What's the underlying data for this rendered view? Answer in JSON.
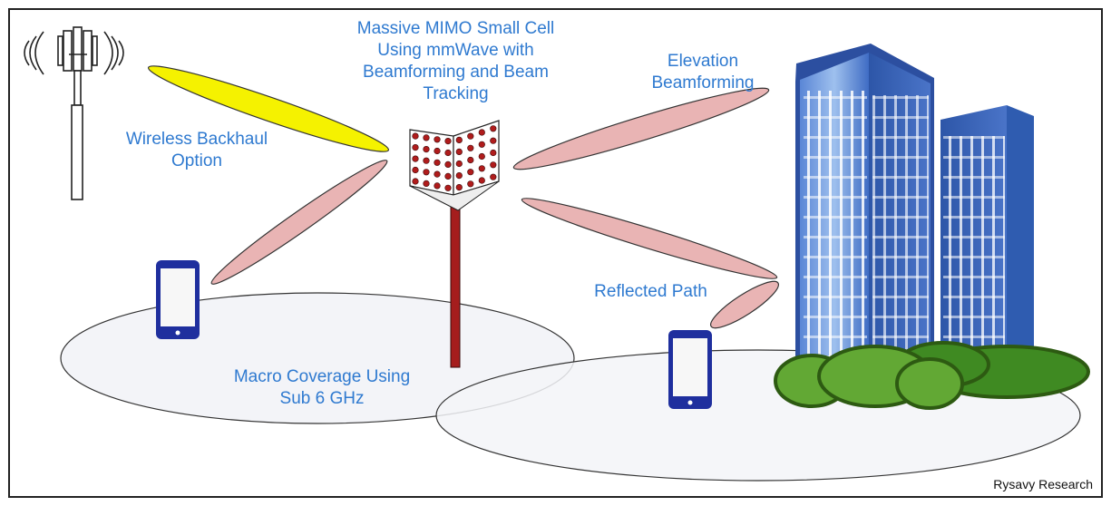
{
  "labels": {
    "small_cell": [
      "Massive MIMO Small Cell",
      "Using mmWave with",
      "Beamforming and Beam",
      "Tracking"
    ],
    "elevation": [
      "Elevation",
      "Beamforming"
    ],
    "backhaul": [
      "Wireless Backhaul",
      "Option"
    ],
    "reflected": "Reflected Path",
    "macro": [
      "Macro Coverage Using",
      "Sub 6 GHz"
    ]
  },
  "credit": "Rysavy Research",
  "colors": {
    "label_text": "#2f7ad0",
    "beam_fill": "#e9b4b4",
    "backhaul_beam": "#f5f200",
    "pole": "#a51d1d",
    "building_blue": "#3b6fc7",
    "phone_blue": "#1f2f9e",
    "tree_green": "#5aa02e"
  },
  "icons": [
    "cell-tower-icon",
    "smartphone-icon",
    "smartphone-icon",
    "office-building-icon",
    "office-building-icon",
    "small-cell-antenna-icon"
  ]
}
